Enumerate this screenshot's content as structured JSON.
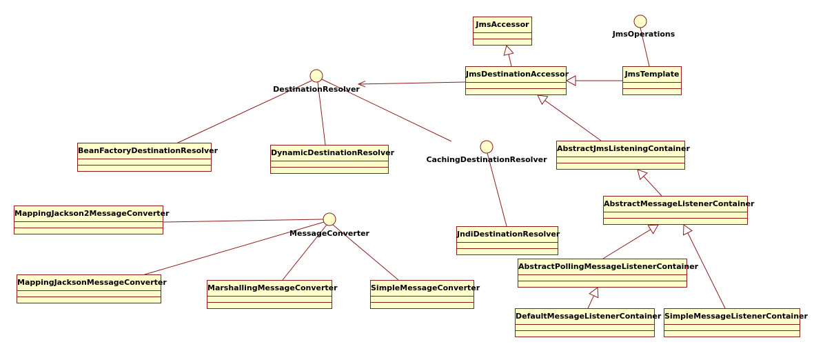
{
  "classes": [
    {
      "id": "jms_accessor",
      "name": "JmsAccessor"
    },
    {
      "id": "jms_destination_accessor",
      "name": "JmsDestinationAccessor"
    },
    {
      "id": "jms_template",
      "name": "JmsTemplate"
    },
    {
      "id": "bean_factory_destination_resolver",
      "name": "BeanFactoryDestinationResolver"
    },
    {
      "id": "dynamic_destination_resolver",
      "name": "DynamicDestinationResolver"
    },
    {
      "id": "jndi_destination_resolver",
      "name": "JndiDestinationResolver"
    },
    {
      "id": "abstract_jms_listening_container",
      "name": "AbstractJmsListeningContainer"
    },
    {
      "id": "abstract_message_listener_container",
      "name": "AbstractMessageListenerContainer"
    },
    {
      "id": "abstract_polling_message_listener_container",
      "name": "AbstractPollingMessageListenerContainer"
    },
    {
      "id": "default_message_listener_container",
      "name": "DefaultMessageListenerContainer"
    },
    {
      "id": "simple_message_listener_container",
      "name": "SimpleMessageListenerContainer"
    },
    {
      "id": "mapping_jackson2_message_converter",
      "name": "MappingJackson2MessageConverter"
    },
    {
      "id": "mapping_jackson_message_converter",
      "name": "MappingJacksonMessageConverter"
    },
    {
      "id": "marshalling_message_converter",
      "name": "MarshallingMessageConverter"
    },
    {
      "id": "simple_message_converter",
      "name": "SimpleMessageConverter"
    }
  ],
  "interfaces": [
    {
      "id": "jms_operations",
      "name": "JmsOperations"
    },
    {
      "id": "destination_resolver",
      "name": "DestinationResolver"
    },
    {
      "id": "caching_destination_resolver",
      "name": "CachingDestinationResolver"
    },
    {
      "id": "message_converter",
      "name": "MessageConverter"
    }
  ],
  "relations": [
    {
      "from": "jms_destination_accessor",
      "to": "jms_accessor",
      "kind": "generalization"
    },
    {
      "from": "jms_template",
      "to": "jms_destination_accessor",
      "kind": "generalization"
    },
    {
      "from": "jms_template",
      "to": "jms_operations",
      "kind": "realization"
    },
    {
      "from": "jms_destination_accessor",
      "to": "destination_resolver",
      "kind": "association"
    },
    {
      "from": "bean_factory_destination_resolver",
      "to": "destination_resolver",
      "kind": "realization"
    },
    {
      "from": "dynamic_destination_resolver",
      "to": "destination_resolver",
      "kind": "realization"
    },
    {
      "from": "caching_destination_resolver",
      "to": "destination_resolver",
      "kind": "realization"
    },
    {
      "from": "jndi_destination_resolver",
      "to": "caching_destination_resolver",
      "kind": "realization"
    },
    {
      "from": "abstract_jms_listening_container",
      "to": "jms_destination_accessor",
      "kind": "generalization"
    },
    {
      "from": "abstract_message_listener_container",
      "to": "abstract_jms_listening_container",
      "kind": "generalization"
    },
    {
      "from": "abstract_polling_message_listener_container",
      "to": "abstract_message_listener_container",
      "kind": "generalization"
    },
    {
      "from": "simple_message_listener_container",
      "to": "abstract_message_listener_container",
      "kind": "generalization"
    },
    {
      "from": "default_message_listener_container",
      "to": "abstract_polling_message_listener_container",
      "kind": "generalization"
    },
    {
      "from": "mapping_jackson2_message_converter",
      "to": "message_converter",
      "kind": "realization"
    },
    {
      "from": "mapping_jackson_message_converter",
      "to": "message_converter",
      "kind": "realization"
    },
    {
      "from": "marshalling_message_converter",
      "to": "message_converter",
      "kind": "realization"
    },
    {
      "from": "simple_message_converter",
      "to": "message_converter",
      "kind": "realization"
    }
  ],
  "colors": {
    "box_fill": "#ffffcc",
    "line": "#8b1a1a",
    "text": "#000000"
  }
}
